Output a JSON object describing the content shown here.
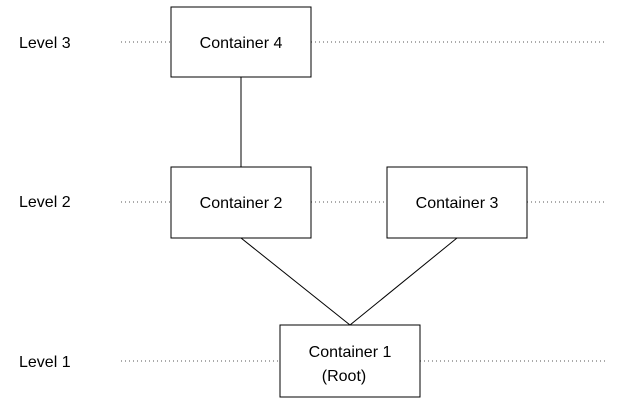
{
  "levels": [
    {
      "label": "Level 3"
    },
    {
      "label": "Level 2"
    },
    {
      "label": "Level 1"
    }
  ],
  "containers": {
    "c4": {
      "label": "Container 4"
    },
    "c2": {
      "label": "Container 2"
    },
    "c3": {
      "label": "Container 3"
    },
    "c1": {
      "label": "Container 1",
      "sublabel": "(Root)"
    }
  },
  "edges": [
    {
      "from": "c4",
      "to": "c2"
    },
    {
      "from": "c2",
      "to": "c1"
    },
    {
      "from": "c3",
      "to": "c1"
    }
  ]
}
